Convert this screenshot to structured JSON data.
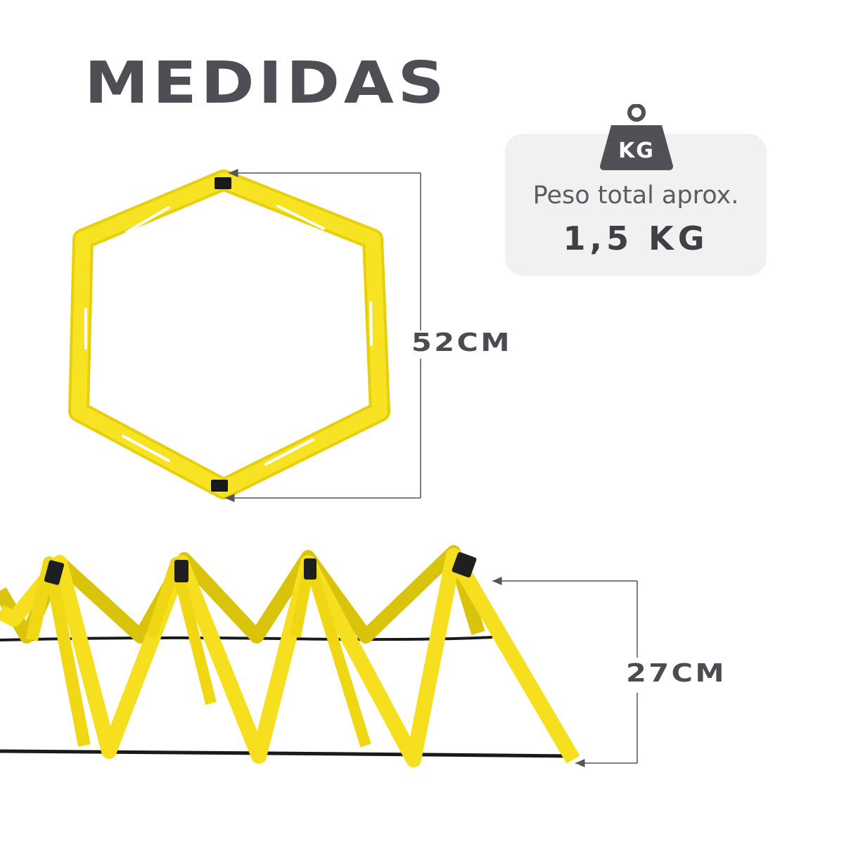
{
  "heading": "MEDIDAS",
  "weight": {
    "icon": "kettlebell-weight-icon",
    "icon_text": "KG",
    "label": "Peso total aprox.",
    "value": "1,5 KG"
  },
  "dimensions": {
    "hexagon_width": "52CM",
    "folded_height": "27CM"
  },
  "colors": {
    "hurdle_yellow": "#f5df1e",
    "text_gray": "#4d4f55",
    "card_bg": "#f1f1f2"
  }
}
